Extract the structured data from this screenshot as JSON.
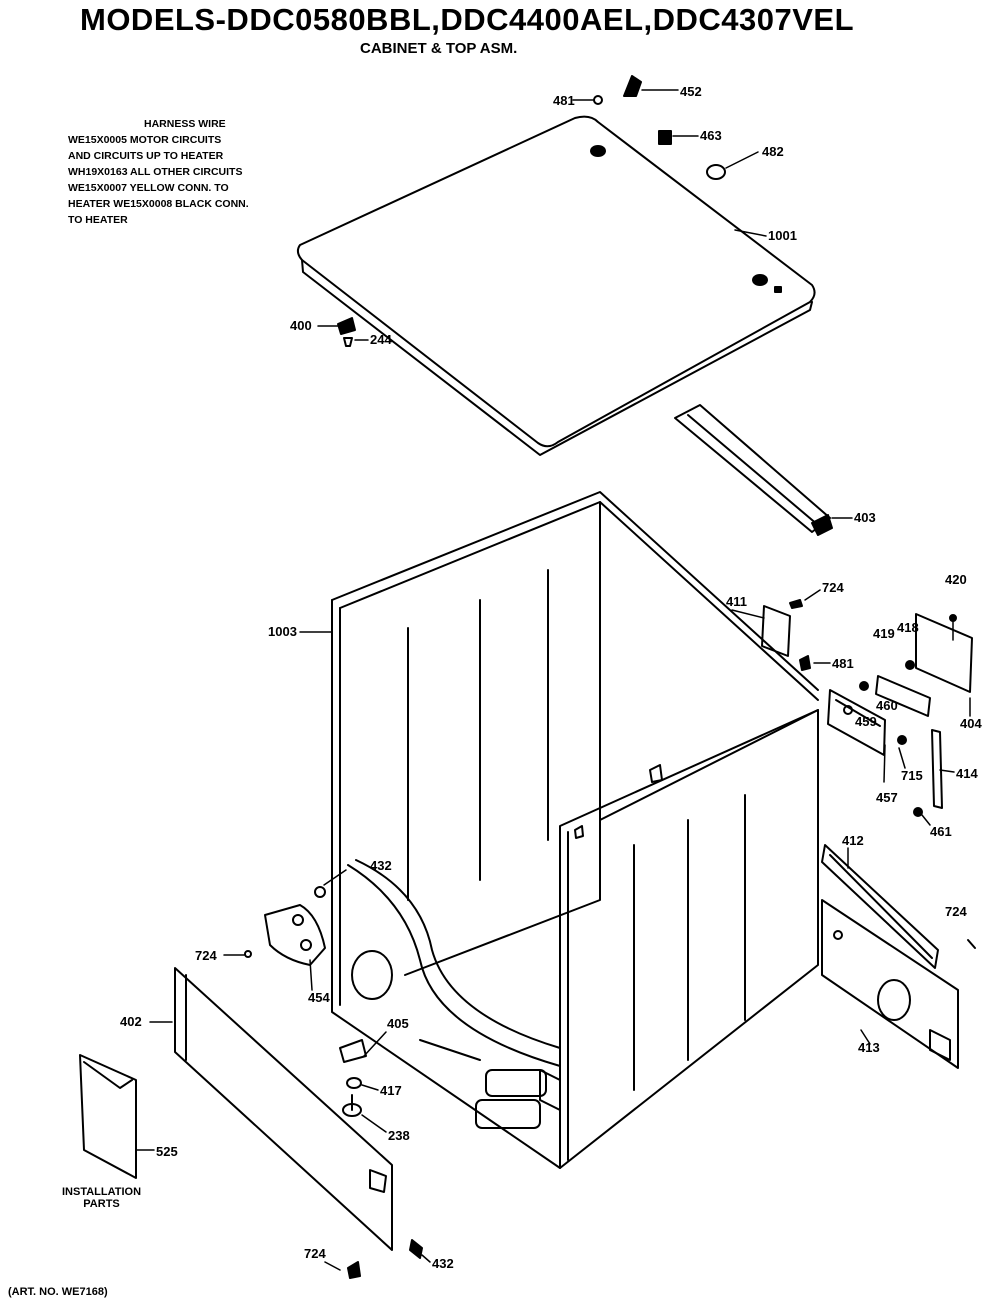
{
  "header": {
    "title": "MODELS-DDC0580BBL,DDC4400AEL,DDC4307VEL",
    "subtitle": "CABINET & TOP ASM."
  },
  "notes": {
    "heading": "HARNESS WIRE",
    "lines": [
      "WE15X0005 MOTOR CIRCUITS",
      "AND CIRCUITS UP TO HEATER",
      "WH19X0163 ALL OTHER CIRCUITS",
      "WE15X0007 YELLOW CONN. TO",
      "HEATER WE15X0008 BLACK CONN.",
      "TO HEATER"
    ]
  },
  "installation": {
    "line1": "INSTALLATION",
    "line2": "PARTS"
  },
  "art_number": "(ART. NO. WE7168)",
  "callouts": [
    "481",
    "452",
    "463",
    "482",
    "1001",
    "400",
    "244",
    "403",
    "1003",
    "724",
    "411",
    "420",
    "419",
    "418",
    "481",
    "460",
    "459",
    "404",
    "715",
    "414",
    "457",
    "461",
    "412",
    "432",
    "724",
    "454",
    "724",
    "402",
    "405",
    "413",
    "417",
    "238",
    "525",
    "724",
    "432"
  ]
}
